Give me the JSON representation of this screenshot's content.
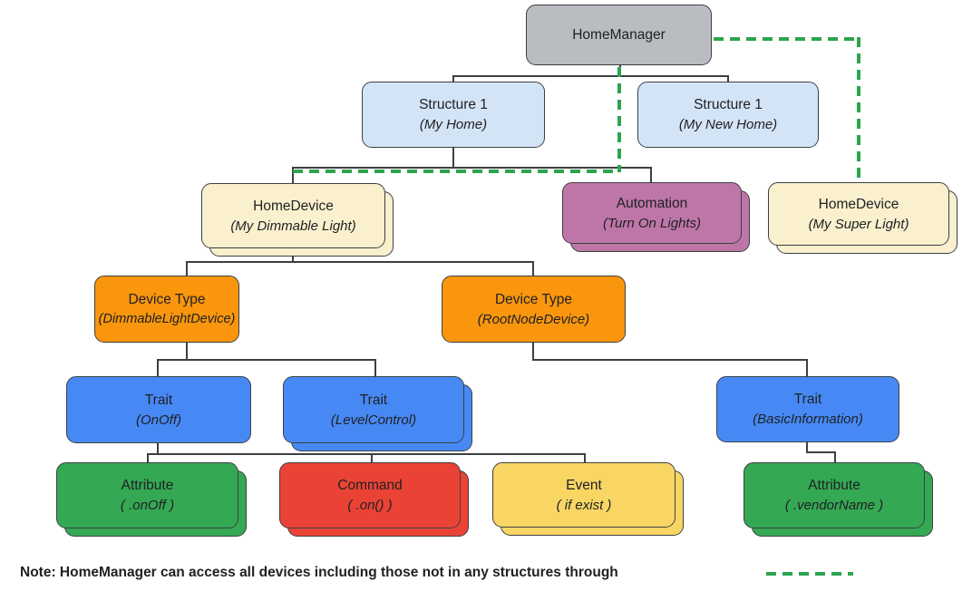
{
  "nodes": {
    "homemanager": {
      "title": "HomeManager",
      "subtitle": ""
    },
    "structure_my_home": {
      "title": "Structure 1",
      "subtitle": "(My Home)"
    },
    "structure_my_new_home": {
      "title": "Structure 1",
      "subtitle": "(My New Home)"
    },
    "homedevice_dimmable": {
      "title": "HomeDevice",
      "subtitle": "(My Dimmable Light)"
    },
    "automation_turn_on": {
      "title": "Automation",
      "subtitle": "(Turn On Lights)"
    },
    "homedevice_super": {
      "title": "HomeDevice",
      "subtitle": "(My Super Light)"
    },
    "devicetype_dimmable": {
      "title": "Device Type",
      "subtitle": "(DimmableLightDevice)"
    },
    "devicetype_rootnode": {
      "title": "Device Type",
      "subtitle": "(RootNodeDevice)"
    },
    "trait_onoff": {
      "title": "Trait",
      "subtitle": "(OnOff)"
    },
    "trait_levelcontrol": {
      "title": "Trait",
      "subtitle": "(LevelControl)"
    },
    "trait_basicinformation": {
      "title": "Trait",
      "subtitle": "(BasicInformation)"
    },
    "attribute_onoff": {
      "title": "Attribute",
      "subtitle": "( .onOff )"
    },
    "command_on": {
      "title": "Command",
      "subtitle": "( .on() )"
    },
    "event_if_exist": {
      "title": "Event",
      "subtitle": "( if exist )"
    },
    "attribute_vendorname": {
      "title": "Attribute",
      "subtitle": "( .vendorName )"
    }
  },
  "note": {
    "text": "Note: HomeManager can access all devices including those not in any structures through"
  },
  "palette": {
    "homemanager_gray": "#b9bdc1",
    "structure_light_blue": "#d4e4f7",
    "homedevice_cream": "#faf0ce",
    "automation_mauve": "#be76a8",
    "devicetype_orange": "#f9960d",
    "trait_blue": "#4789f4",
    "attribute_green": "#34a853",
    "command_red": "#ea4335",
    "event_yellow": "#f9d664",
    "dashed_link_green": "#2da44e",
    "connector_dark": "#3c4043",
    "text_dark": "#202124"
  }
}
